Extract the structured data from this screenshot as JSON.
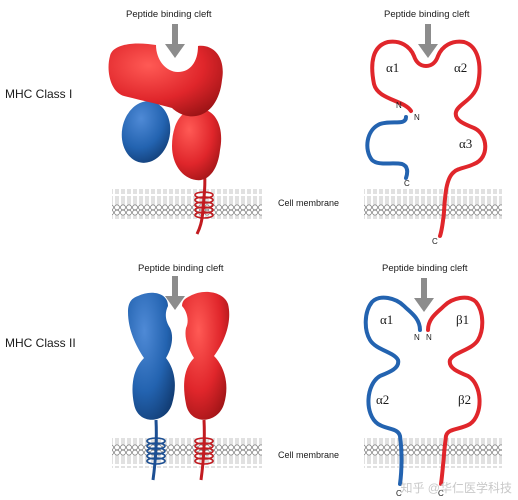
{
  "rows": [
    {
      "label": "MHC Class I",
      "cleft_left": "Peptide binding cleft",
      "cleft_right": "Peptide binding cleft",
      "membrane": "Cell membrane"
    },
    {
      "label": "MHC Class II",
      "cleft_left": "Peptide binding cleft",
      "cleft_right": "Peptide binding cleft",
      "membrane": "Cell membrane"
    }
  ],
  "class1_schematic": {
    "d1": "α1",
    "d2": "α2",
    "d3": "α3",
    "n1": "N",
    "n2": "N",
    "c1": "C",
    "c2": "C"
  },
  "class2_schematic": {
    "d1": "α1",
    "d2": "β1",
    "d3": "α2",
    "d4": "β2",
    "n1": "N",
    "n2": "N",
    "c1": "C",
    "c2": "C"
  },
  "watermark": "知乎 @华仁医学科技",
  "colors": {
    "red": "#e0262b",
    "blue": "#2363b0",
    "arrow": "#8c8c8c",
    "membrane": "#9a9a9a"
  }
}
